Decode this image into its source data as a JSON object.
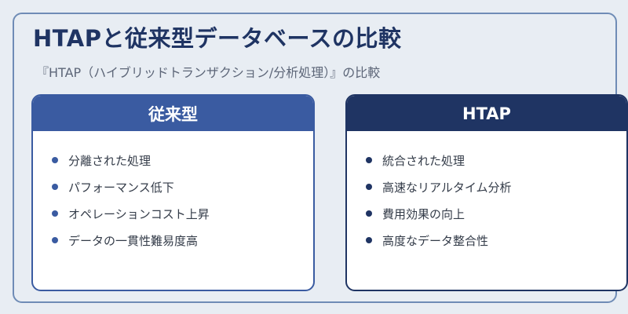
{
  "title": "HTAPと従来型データベースの比較",
  "subtitle": "『HTAP（ハイブリッドトランザクション/分析処理）』の比較",
  "left_card": {
    "heading": "従来型",
    "items": [
      "分離された処理",
      "パフォーマンス低下",
      "オペレーションコスト上昇",
      "データの一貫性難易度高"
    ]
  },
  "right_card": {
    "heading": "HTAP",
    "items": [
      "統合された処理",
      "高速なリアルタイム分析",
      "費用効果の向上",
      "高度なデータ整合性"
    ]
  },
  "colors": {
    "background": "#e8edf3",
    "frame_border": "#6f8cb6",
    "title": "#1f3463",
    "traditional_accent": "#3a5ba1",
    "htap_accent": "#1f3463"
  }
}
